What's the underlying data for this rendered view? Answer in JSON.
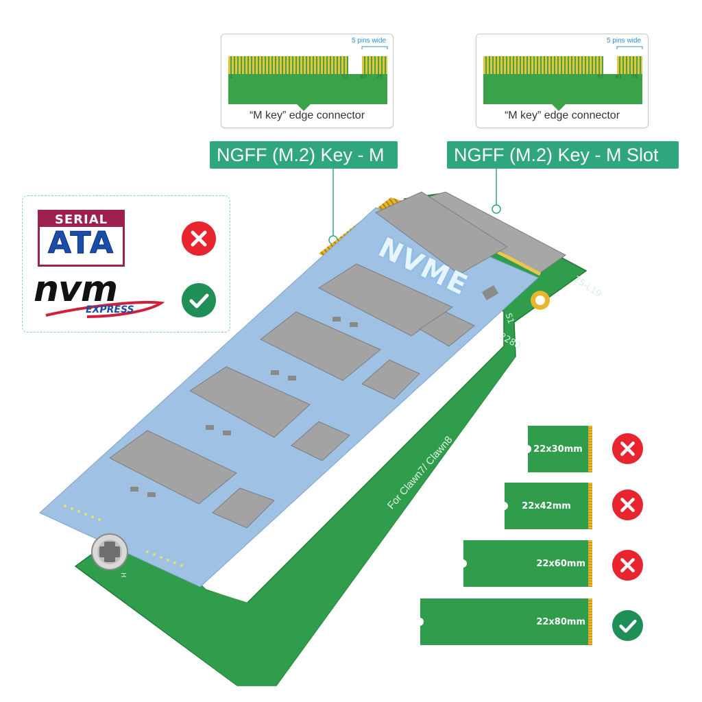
{
  "connectors": [
    {
      "caption": "“M key” edge connector",
      "pins_wide": "5 pins wide",
      "pin_labels": [
        "57",
        "67",
        "75"
      ],
      "pin_start": "1",
      "tag": "NGFF (M.2) Key - M"
    },
    {
      "caption": "“M key” edge connector",
      "pins_wide": "5 pins wide",
      "pin_labels": [
        "57",
        "67",
        "75"
      ],
      "tag": "NGFF (M.2) Key - M Slot"
    }
  ],
  "compatibility": [
    {
      "logo_text": [
        "SERIAL",
        "ATA"
      ],
      "status": "x"
    },
    {
      "logo_text": [
        "nvm",
        "EXPRESS"
      ],
      "status": "ok"
    }
  ],
  "board": {
    "module_label": "NVME",
    "silkscreen_model": "25-L19",
    "silkscreen_size": "2280",
    "silkscreen_s1": "S1",
    "silkscreen_for": "For Clawn7/ Clawn8",
    "silkscreen_h": "H"
  },
  "sizes": [
    {
      "label": "22x30mm",
      "status": "x"
    },
    {
      "label": "22x42mm",
      "status": "x"
    },
    {
      "label": "22x60mm",
      "status": "x"
    },
    {
      "label": "22x80mm",
      "status": "ok"
    }
  ],
  "colors": {
    "tag_green": "#2fa67f",
    "pcb_green": "#2f9d4c",
    "cross_red": "#e8242f",
    "check_green": "#1f8f57",
    "ssd_blue": "#9fc1e3",
    "gold": "#e8b62c"
  }
}
